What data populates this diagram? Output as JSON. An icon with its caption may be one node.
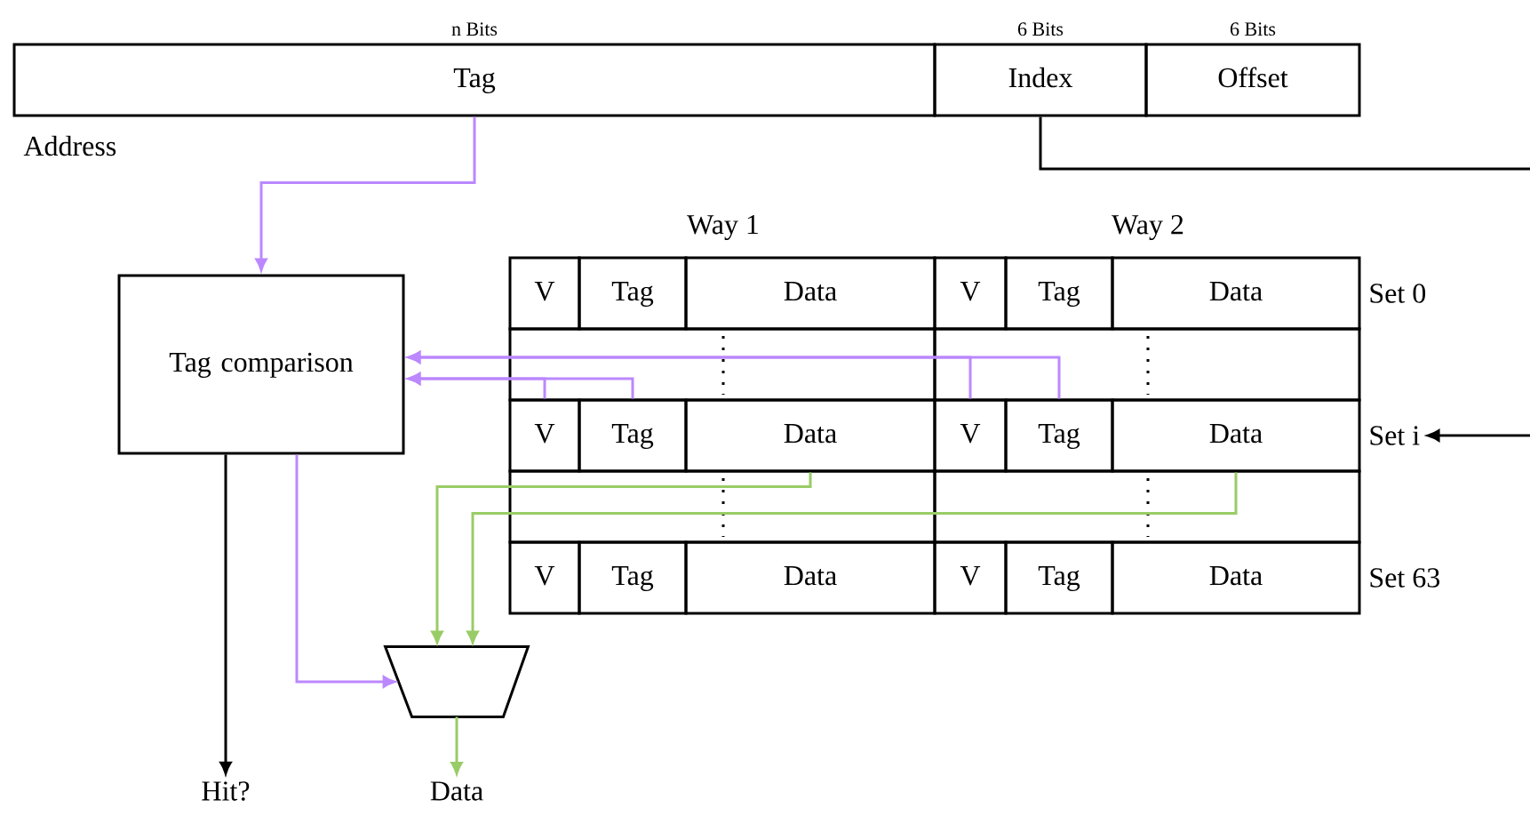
{
  "diagram": {
    "nodes": [
      {
        "text": [
          "Tag"
        ],
        "beside": [
          "n Bits"
        ]
      },
      {
        "text": [
          "Index"
        ],
        "beside": [
          "6 Bits"
        ]
      },
      {
        "text": [
          "Offset"
        ],
        "beside": [
          "6 Bits"
        ]
      },
      {
        "text": [
          "Tag comparison"
        ]
      },
      {
        "text": [
          "V"
        ]
      },
      {
        "text": [
          "Tag"
        ]
      },
      {
        "text": [
          "Data"
        ]
      },
      {
        "text": [
          "V"
        ]
      },
      {
        "text": [
          "Tag"
        ]
      },
      {
        "text": [
          "Data"
        ]
      },
      {
        "text": [
          "V"
        ]
      },
      {
        "text": [
          "Tag"
        ]
      },
      {
        "text": [
          "Data"
        ]
      },
      {
        "text": [
          "V"
        ]
      },
      {
        "text": [
          "Tag"
        ]
      },
      {
        "text": [
          "Data"
        ]
      },
      {
        "text": [
          "V"
        ]
      },
      {
        "text": [
          "Tag"
        ]
      },
      {
        "text": [
          "Data"
        ]
      },
      {
        "text": [
          "V"
        ]
      },
      {
        "text": [
          "Tag"
        ]
      },
      {
        "text": [
          "Data"
        ]
      },
      {
        "text": [
          "Set 0"
        ]
      },
      {
        "text": [
          "Set i"
        ]
      },
      {
        "text": [
          "Set 63"
        ]
      },
      {
        "text": [],
        "shape": "trapezoid"
      },
      {
        "text": [
          "Hit?"
        ]
      },
      {
        "text": [
          "Data"
        ]
      }
    ],
    "edges": [
      {
        "from": 0,
        "to": 3,
        "arrow": "to",
        "color": "#bb88ff"
      },
      {
        "from": 1,
        "to": null,
        "arrow": "none",
        "color": "#000000"
      },
      {
        "from": null,
        "to": 23,
        "arrow": "to",
        "color": "#000000"
      },
      {
        "from": 10,
        "to": 3,
        "arrow": "to",
        "color": "#bb88ff"
      },
      {
        "from": 11,
        "to": 3,
        "arrow": "to",
        "color": "#bb88ff"
      },
      {
        "from": 13,
        "to": 3,
        "arrow": "to",
        "color": "#bb88ff"
      },
      {
        "from": 14,
        "to": 3,
        "arrow": "to",
        "color": "#bb88ff"
      },
      {
        "from": 12,
        "to": 25,
        "arrow": "to",
        "color": "#99cc66"
      },
      {
        "from": 15,
        "to": 25,
        "arrow": "to",
        "color": "#99cc66"
      },
      {
        "from": 3,
        "to": 25,
        "arrow": "to",
        "color": "#bb88ff"
      },
      {
        "from": 3,
        "to": 26,
        "arrow": "to",
        "color": "#000000"
      },
      {
        "from": 25,
        "to": 27,
        "arrow": "to",
        "color": "#99cc66"
      }
    ],
    "labels": [
      "Address",
      "Way 1",
      "Way 2"
    ]
  }
}
